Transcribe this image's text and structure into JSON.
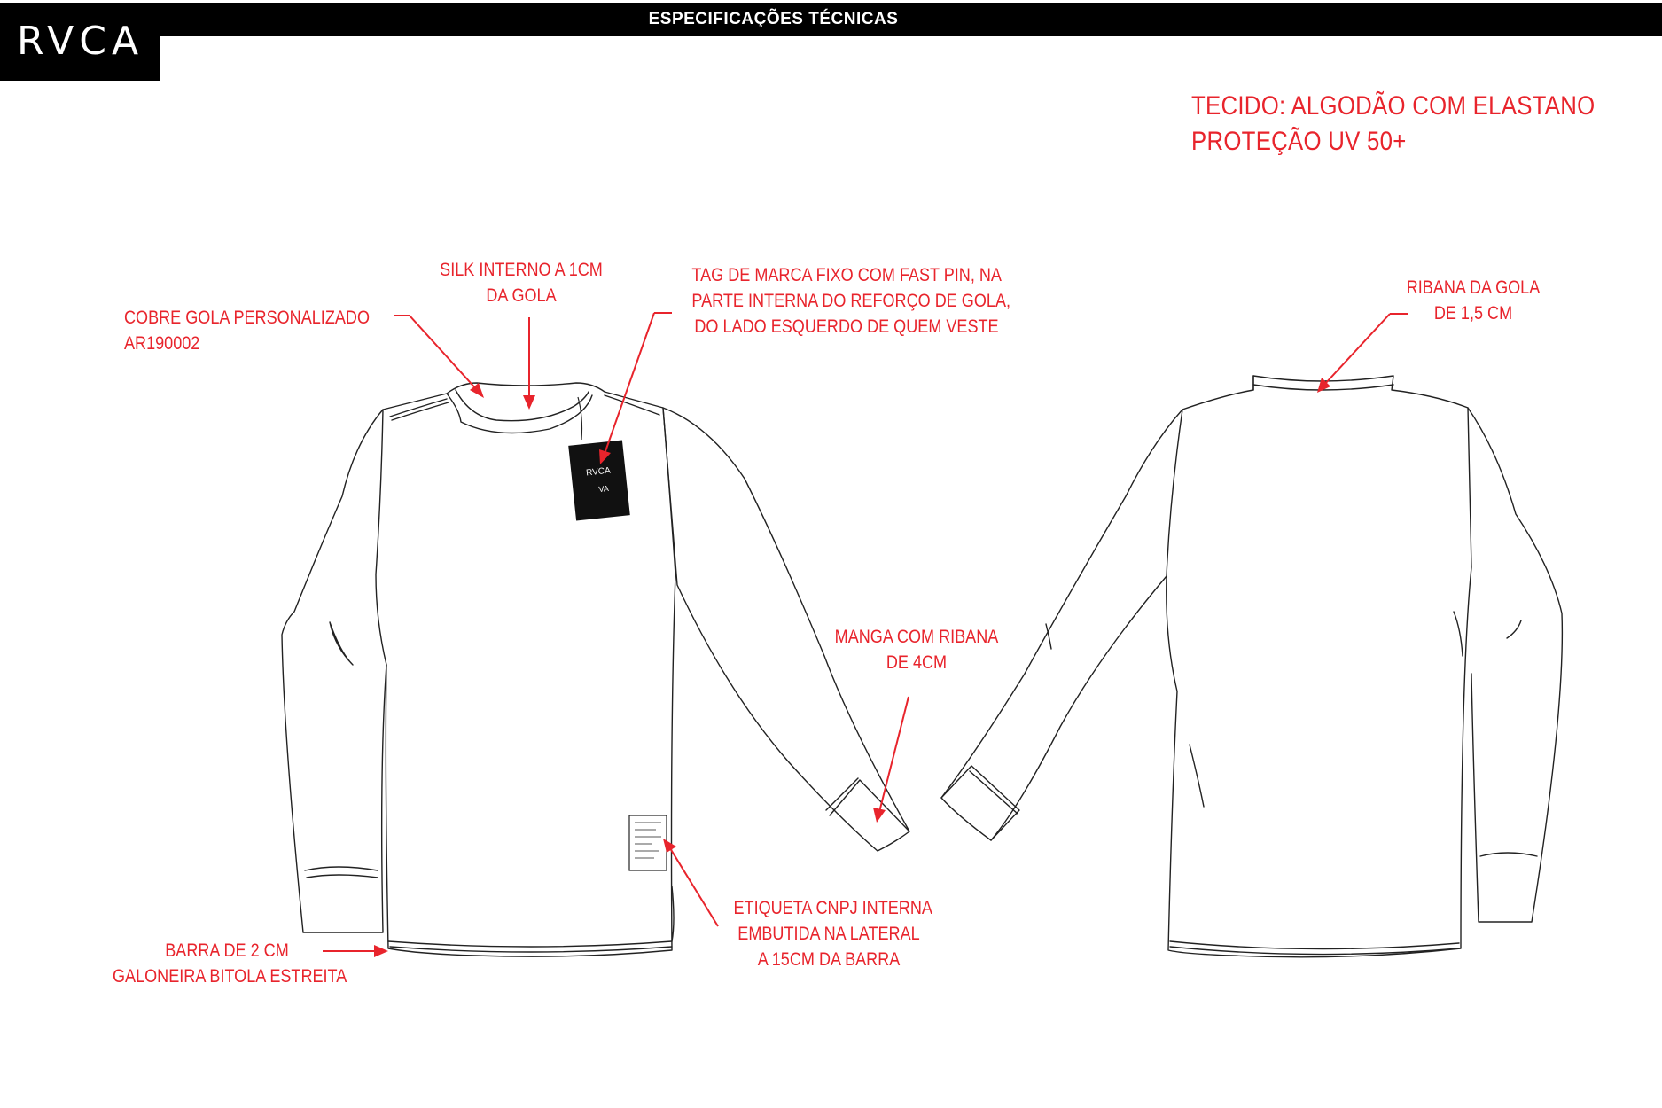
{
  "header": {
    "title": "ESPECIFICAÇÕES TÉCNICAS",
    "brand": "RVCA"
  },
  "fabric": {
    "line1": "TECIDO: ALGODÃO COM ELASTANO",
    "line2": "PROTEÇÃO UV 50+"
  },
  "annotations": {
    "cobre_gola": [
      "COBRE GOLA PERSONALIZADO",
      "AR190002"
    ],
    "silk": [
      "SILK INTERNO A 1CM",
      "DA GOLA"
    ],
    "tag": [
      "TAG DE MARCA FIXO COM FAST PIN, NA",
      "PARTE INTERNA DO REFORÇO DE GOLA,",
      "DO LADO ESQUERDO  DE QUEM VESTE"
    ],
    "manga": [
      "MANGA COM RIBANA",
      "DE 4CM"
    ],
    "etiqueta": [
      "ETIQUETA CNPJ INTERNA",
      "EMBUTIDA NA LATERAL",
      "A 15CM DA BARRA"
    ],
    "barra": [
      "BARRA DE 2 CM",
      "GALONEIRA BITOLA ESTREITA"
    ],
    "ribana_gola": [
      "RIBANA DA GOLA",
      "DE 1,5 CM"
    ]
  },
  "hangtag": {
    "brand": "RVCA",
    "mark": "VA"
  },
  "colors": {
    "accent": "#e8242c",
    "header_bg": "#000000",
    "line": "#222222"
  }
}
